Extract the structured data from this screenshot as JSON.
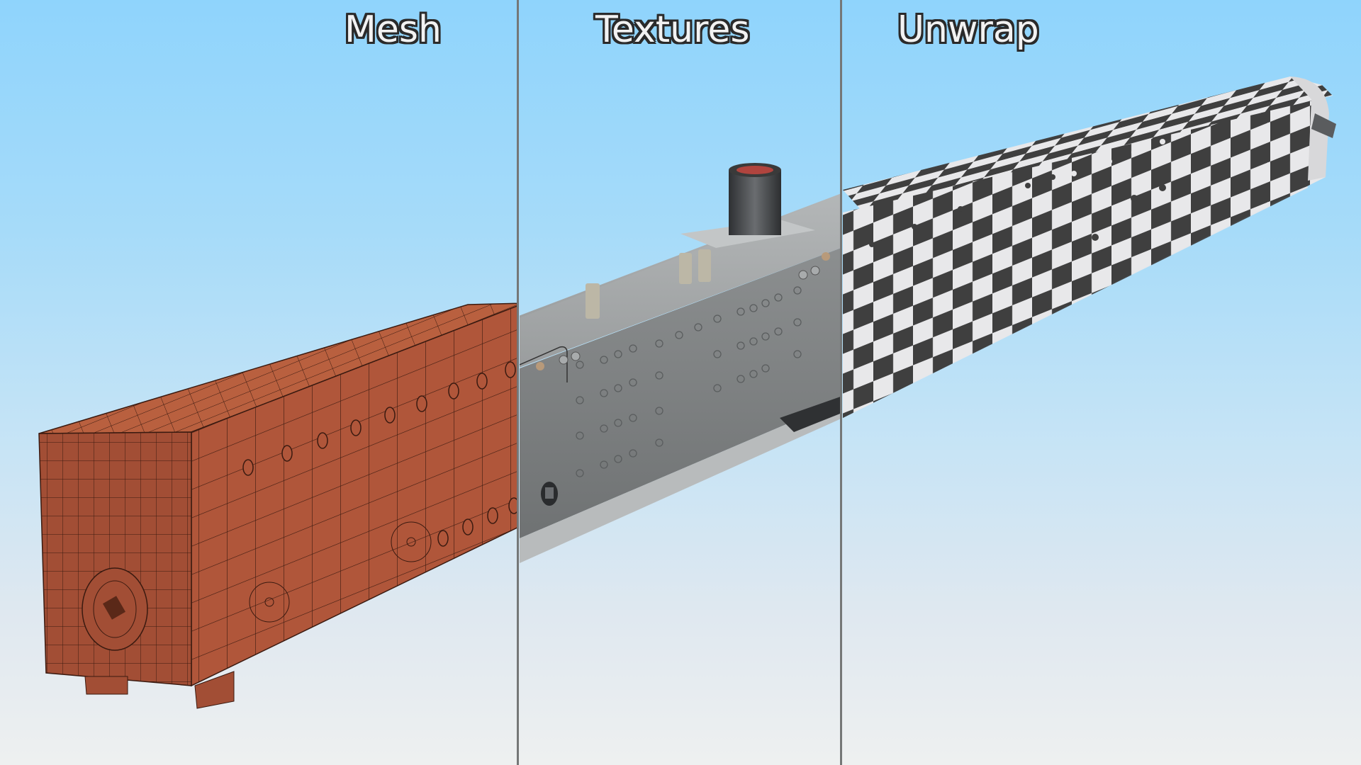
{
  "panels": [
    {
      "label": "Mesh"
    },
    {
      "label": "Textures"
    },
    {
      "label": "Unwrap"
    }
  ],
  "colors": {
    "sky_top": "#8fd4fc",
    "sky_bottom": "#eef0f0",
    "divider": "#757777",
    "mesh_fill": "#b0563a",
    "mesh_wire": "#3a1a10",
    "texture_metal": "#7f8283",
    "checker_dark": "#3f3f3f",
    "checker_light": "#e8e8ea",
    "label_fill": "#f2f2f2",
    "label_outline": "#2a2a2a"
  }
}
